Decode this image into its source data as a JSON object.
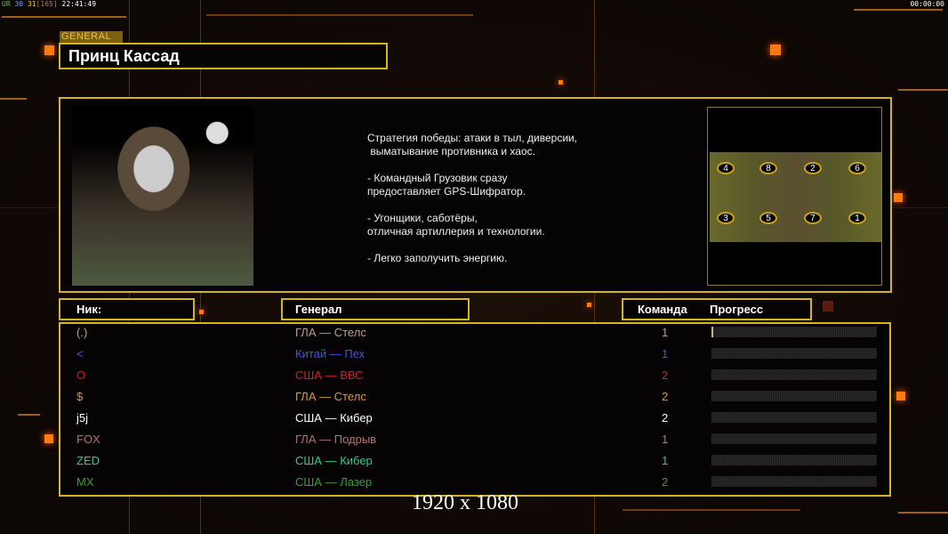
{
  "hud": {
    "left_label": "UR",
    "val1": "30",
    "val2": "31",
    "val3": "[165]",
    "clock": "22:41:49",
    "timer": "00:00:00"
  },
  "general": {
    "tag": "GENERAL",
    "name": "Принц Кассад"
  },
  "description": [
    "Стратегия победы: атаки в тыл, диверсии,\n выматывание противника и хаос.",
    "- Командный Грузовик сразу\nпредоставляет GPS-Шифратор.",
    "- Угонщики, саботёры,\nотличная артиллерия и технологии.",
    "- Легко заполучить энергию."
  ],
  "map": {
    "spawns": [
      "4",
      "8",
      "2",
      "6",
      "3",
      "5",
      "7",
      "1"
    ]
  },
  "table": {
    "headers": {
      "nick": "Ник:",
      "general": "Генерал",
      "team": "Команда",
      "progress": "Прогресс"
    },
    "rows": [
      {
        "nick": "(.)",
        "general": "ГЛА — Стелс",
        "team": "1",
        "progress": 0.01,
        "color": "#b9a089"
      },
      {
        "nick": "<",
        "general": "Китай — Пех",
        "team": "1",
        "progress": 0,
        "color": "#3e58dc"
      },
      {
        "nick": "O",
        "general": "США — ВВС",
        "team": "2",
        "progress": 0,
        "color": "#e01818"
      },
      {
        "nick": "$",
        "general": "ГЛА — Стелс",
        "team": "2",
        "progress": 0,
        "color": "#d9993a"
      },
      {
        "nick": "j5j",
        "general": "США — Кибер",
        "team": "2",
        "progress": 0,
        "color": "#ffffff"
      },
      {
        "nick": "FOX",
        "general": "ГЛА — Подрыв",
        "team": "1",
        "progress": 0,
        "color": "#b87070"
      },
      {
        "nick": "ZED",
        "general": "США — Кибер",
        "team": "1",
        "progress": 0,
        "color": "#28d08a"
      },
      {
        "nick": "MX",
        "general": "США — Лазер",
        "team": "2",
        "progress": 0,
        "color": "#3aa030"
      }
    ]
  },
  "resolution": "1920 x 1080"
}
